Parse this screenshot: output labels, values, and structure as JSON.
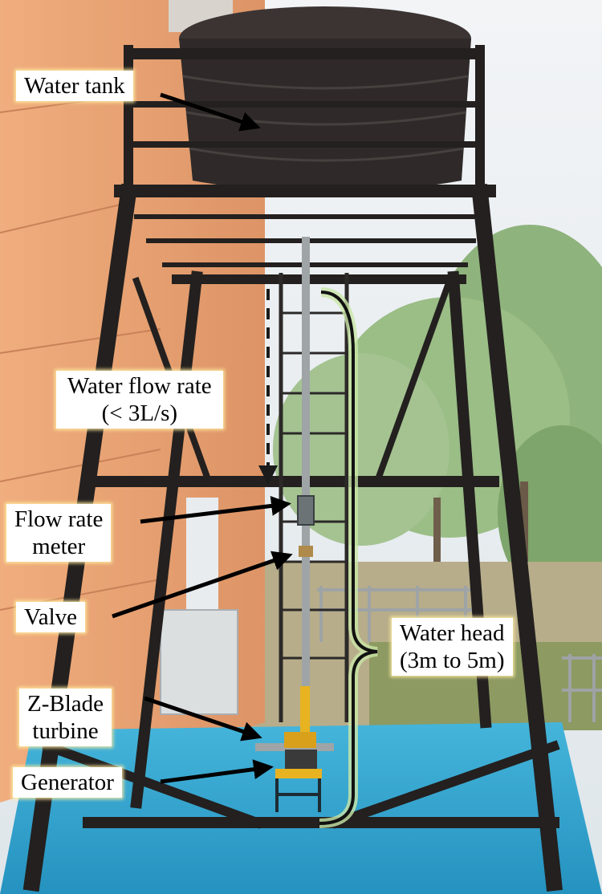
{
  "labels": {
    "water_tank": "Water tank",
    "flow_rate_line1": "Water flow rate",
    "flow_rate_line2": "(< 3L/s)",
    "meter_line1": "Flow rate",
    "meter_line2": "meter",
    "valve": "Valve",
    "head_line1": "Water head",
    "head_line2": "(3m to 5m)",
    "turbine_line1": "Z-Blade",
    "turbine_line2": "turbine",
    "generator": "Generator"
  },
  "colors": {
    "wall": "#e8a070",
    "frame": "#23201f",
    "tank": "#2f2a29",
    "floor": "#2fa6cf",
    "sky": "#e9edf1",
    "trees": "#8db07a",
    "turbine_mount": "#e8b321",
    "brace_glow": "#c9e6a6",
    "flow_glow": "#9cb8e8"
  }
}
